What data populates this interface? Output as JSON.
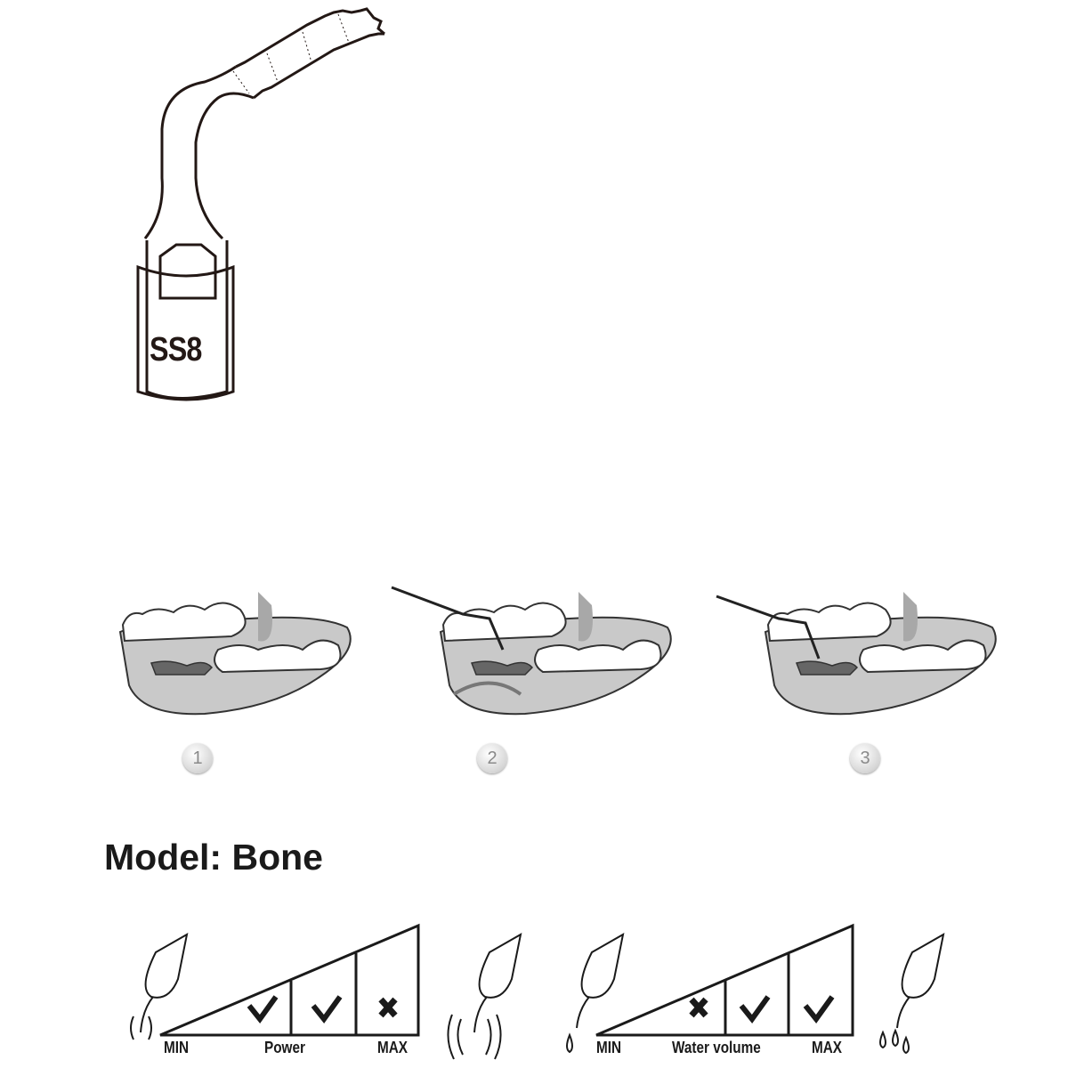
{
  "tip": {
    "model_code": "SS8"
  },
  "steps": [
    "1",
    "2",
    "3"
  ],
  "title": "Model: Bone",
  "power_scale": {
    "min_label": "MIN",
    "label": "Power",
    "max_label": "MAX",
    "levels": [
      "check",
      "check",
      "cross"
    ]
  },
  "water_scale": {
    "min_label": "MIN",
    "label": "Water volume",
    "max_label": "MAX",
    "levels": [
      "cross",
      "check",
      "check"
    ]
  }
}
